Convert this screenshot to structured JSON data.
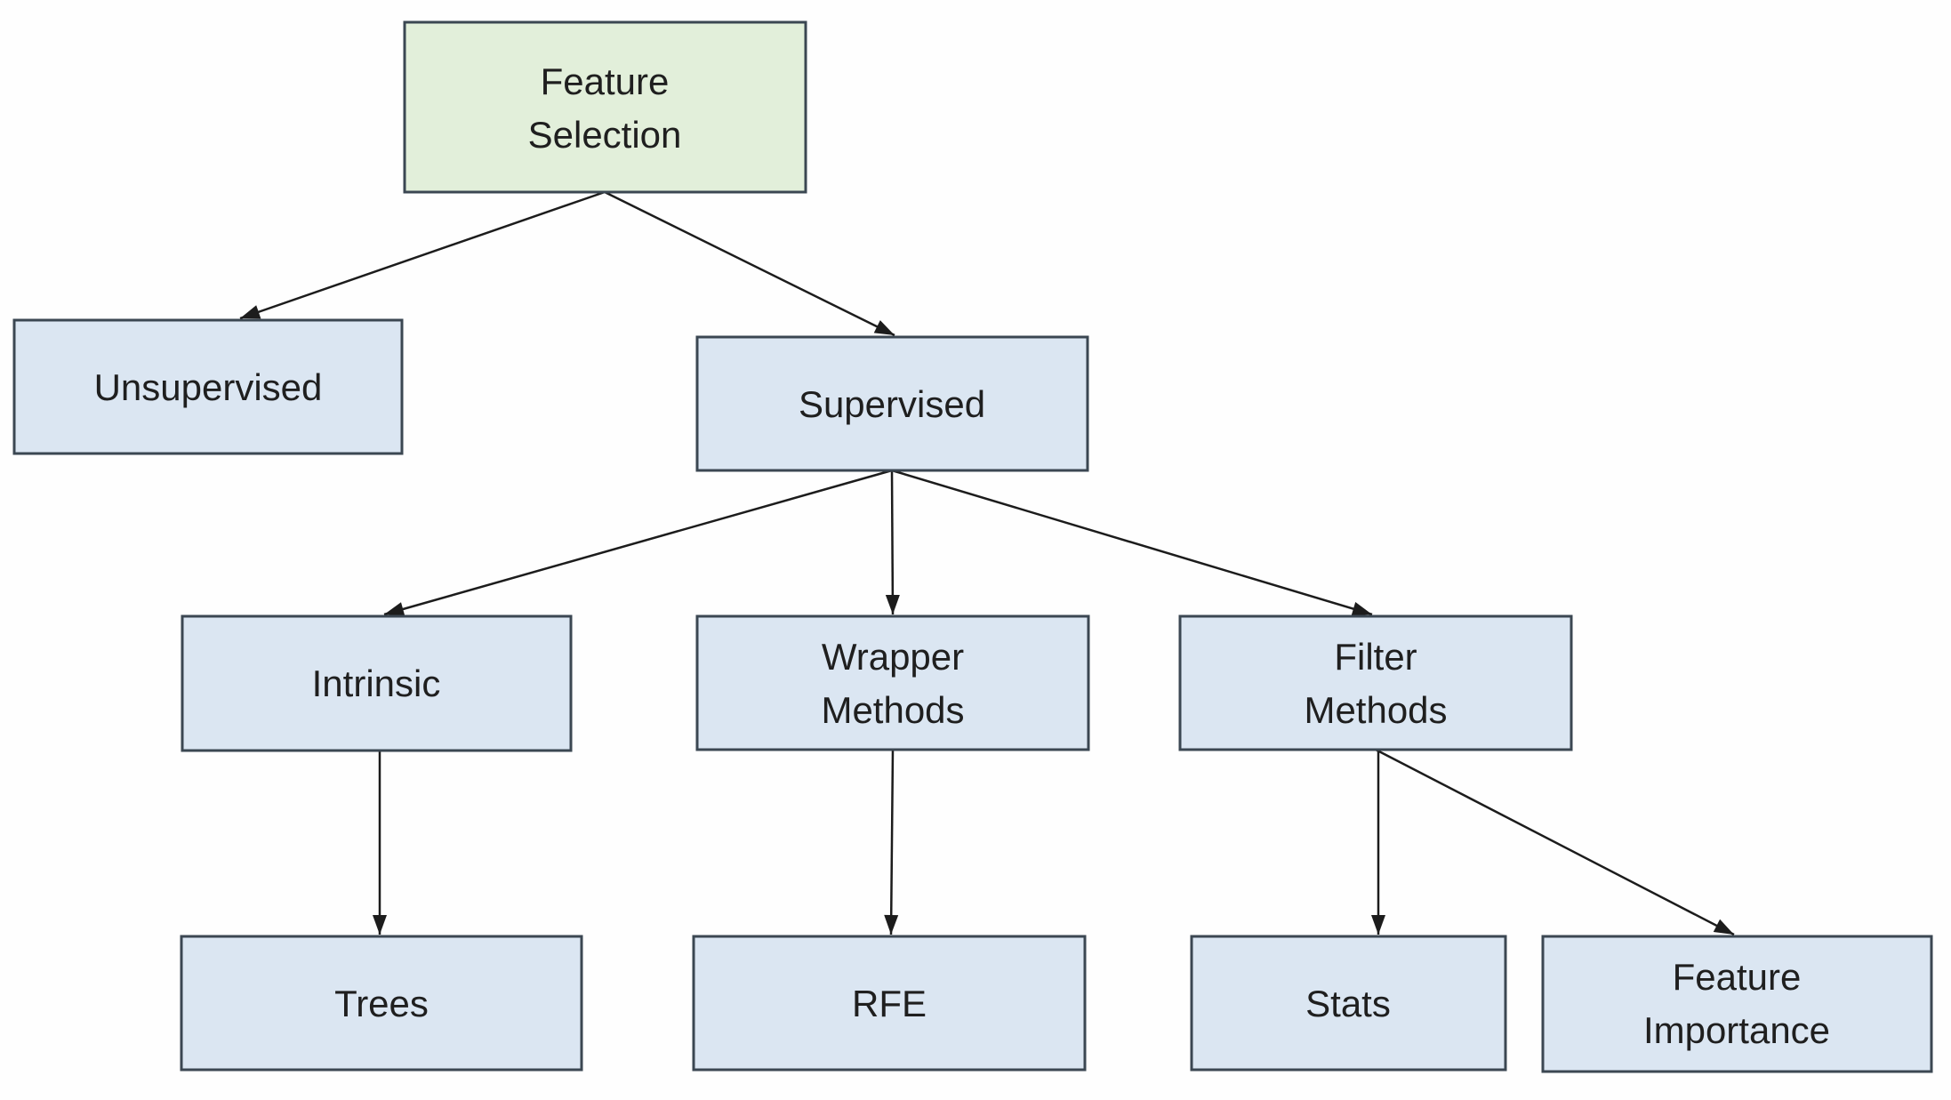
{
  "diagram": {
    "title": "Feature Selection taxonomy flowchart",
    "colors": {
      "root_fill": "#e2efda",
      "node_fill": "#dbe6f2",
      "border": "#3b4752",
      "arrow": "#1c1c1c",
      "text": "#1f1f1f",
      "background": "#fefefe"
    },
    "nodes": {
      "feature_selection": {
        "label": "Feature Selection",
        "lines": [
          "Feature",
          "Selection"
        ]
      },
      "unsupervised": {
        "label": "Unsupervised",
        "lines": [
          "Unsupervised"
        ]
      },
      "supervised": {
        "label": "Supervised",
        "lines": [
          "Supervised"
        ]
      },
      "intrinsic": {
        "label": "Intrinsic",
        "lines": [
          "Intrinsic"
        ]
      },
      "wrapper_methods": {
        "label": "Wrapper Methods",
        "lines": [
          "Wrapper",
          "Methods"
        ]
      },
      "filter_methods": {
        "label": "Filter Methods",
        "lines": [
          "Filter",
          "Methods"
        ]
      },
      "trees": {
        "label": "Trees",
        "lines": [
          "Trees"
        ]
      },
      "rfe": {
        "label": "RFE",
        "lines": [
          "RFE"
        ]
      },
      "stats": {
        "label": "Stats",
        "lines": [
          "Stats"
        ]
      },
      "feature_importance": {
        "label": "Feature Importance",
        "lines": [
          "Feature",
          "Importance"
        ]
      }
    },
    "edges": [
      {
        "from": "Feature Selection",
        "to": "Unsupervised"
      },
      {
        "from": "Feature Selection",
        "to": "Supervised"
      },
      {
        "from": "Supervised",
        "to": "Intrinsic"
      },
      {
        "from": "Supervised",
        "to": "Wrapper Methods"
      },
      {
        "from": "Supervised",
        "to": "Filter Methods"
      },
      {
        "from": "Intrinsic",
        "to": "Trees"
      },
      {
        "from": "Wrapper Methods",
        "to": "RFE"
      },
      {
        "from": "Filter Methods",
        "to": "Stats"
      },
      {
        "from": "Filter Methods",
        "to": "Feature Importance"
      }
    ]
  }
}
